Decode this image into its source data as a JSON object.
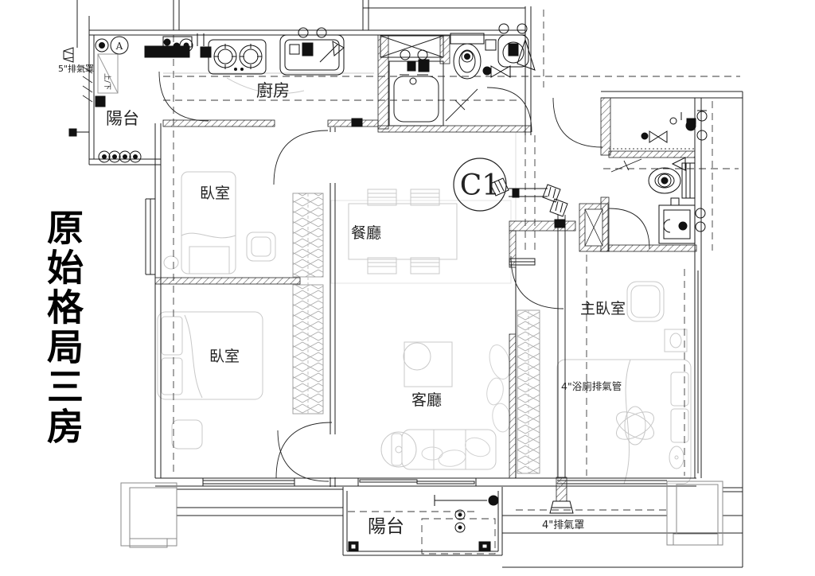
{
  "title": "原始格局三房",
  "unit_tag": "C1",
  "rooms": {
    "balcony_top": "陽台",
    "kitchen": "廚房",
    "bedroom_1": "臥室",
    "bedroom_2": "臥室",
    "dining": "餐廳",
    "living": "客廳",
    "master_bedroom": "主臥室",
    "balcony_bottom": "陽台"
  },
  "annotations": {
    "exhaust_hood_5in": "5\"排氣罩",
    "bath_exhaust_duct_4in": "4\"浴廁排氣管",
    "exhaust_hood_4in": "4\"排氣罩",
    "up_down": "上/下",
    "equipment_tag": "A"
  },
  "colors": {
    "line": "#1f1f1f",
    "furniture": "#c8c8c8",
    "background": "#ffffff"
  }
}
